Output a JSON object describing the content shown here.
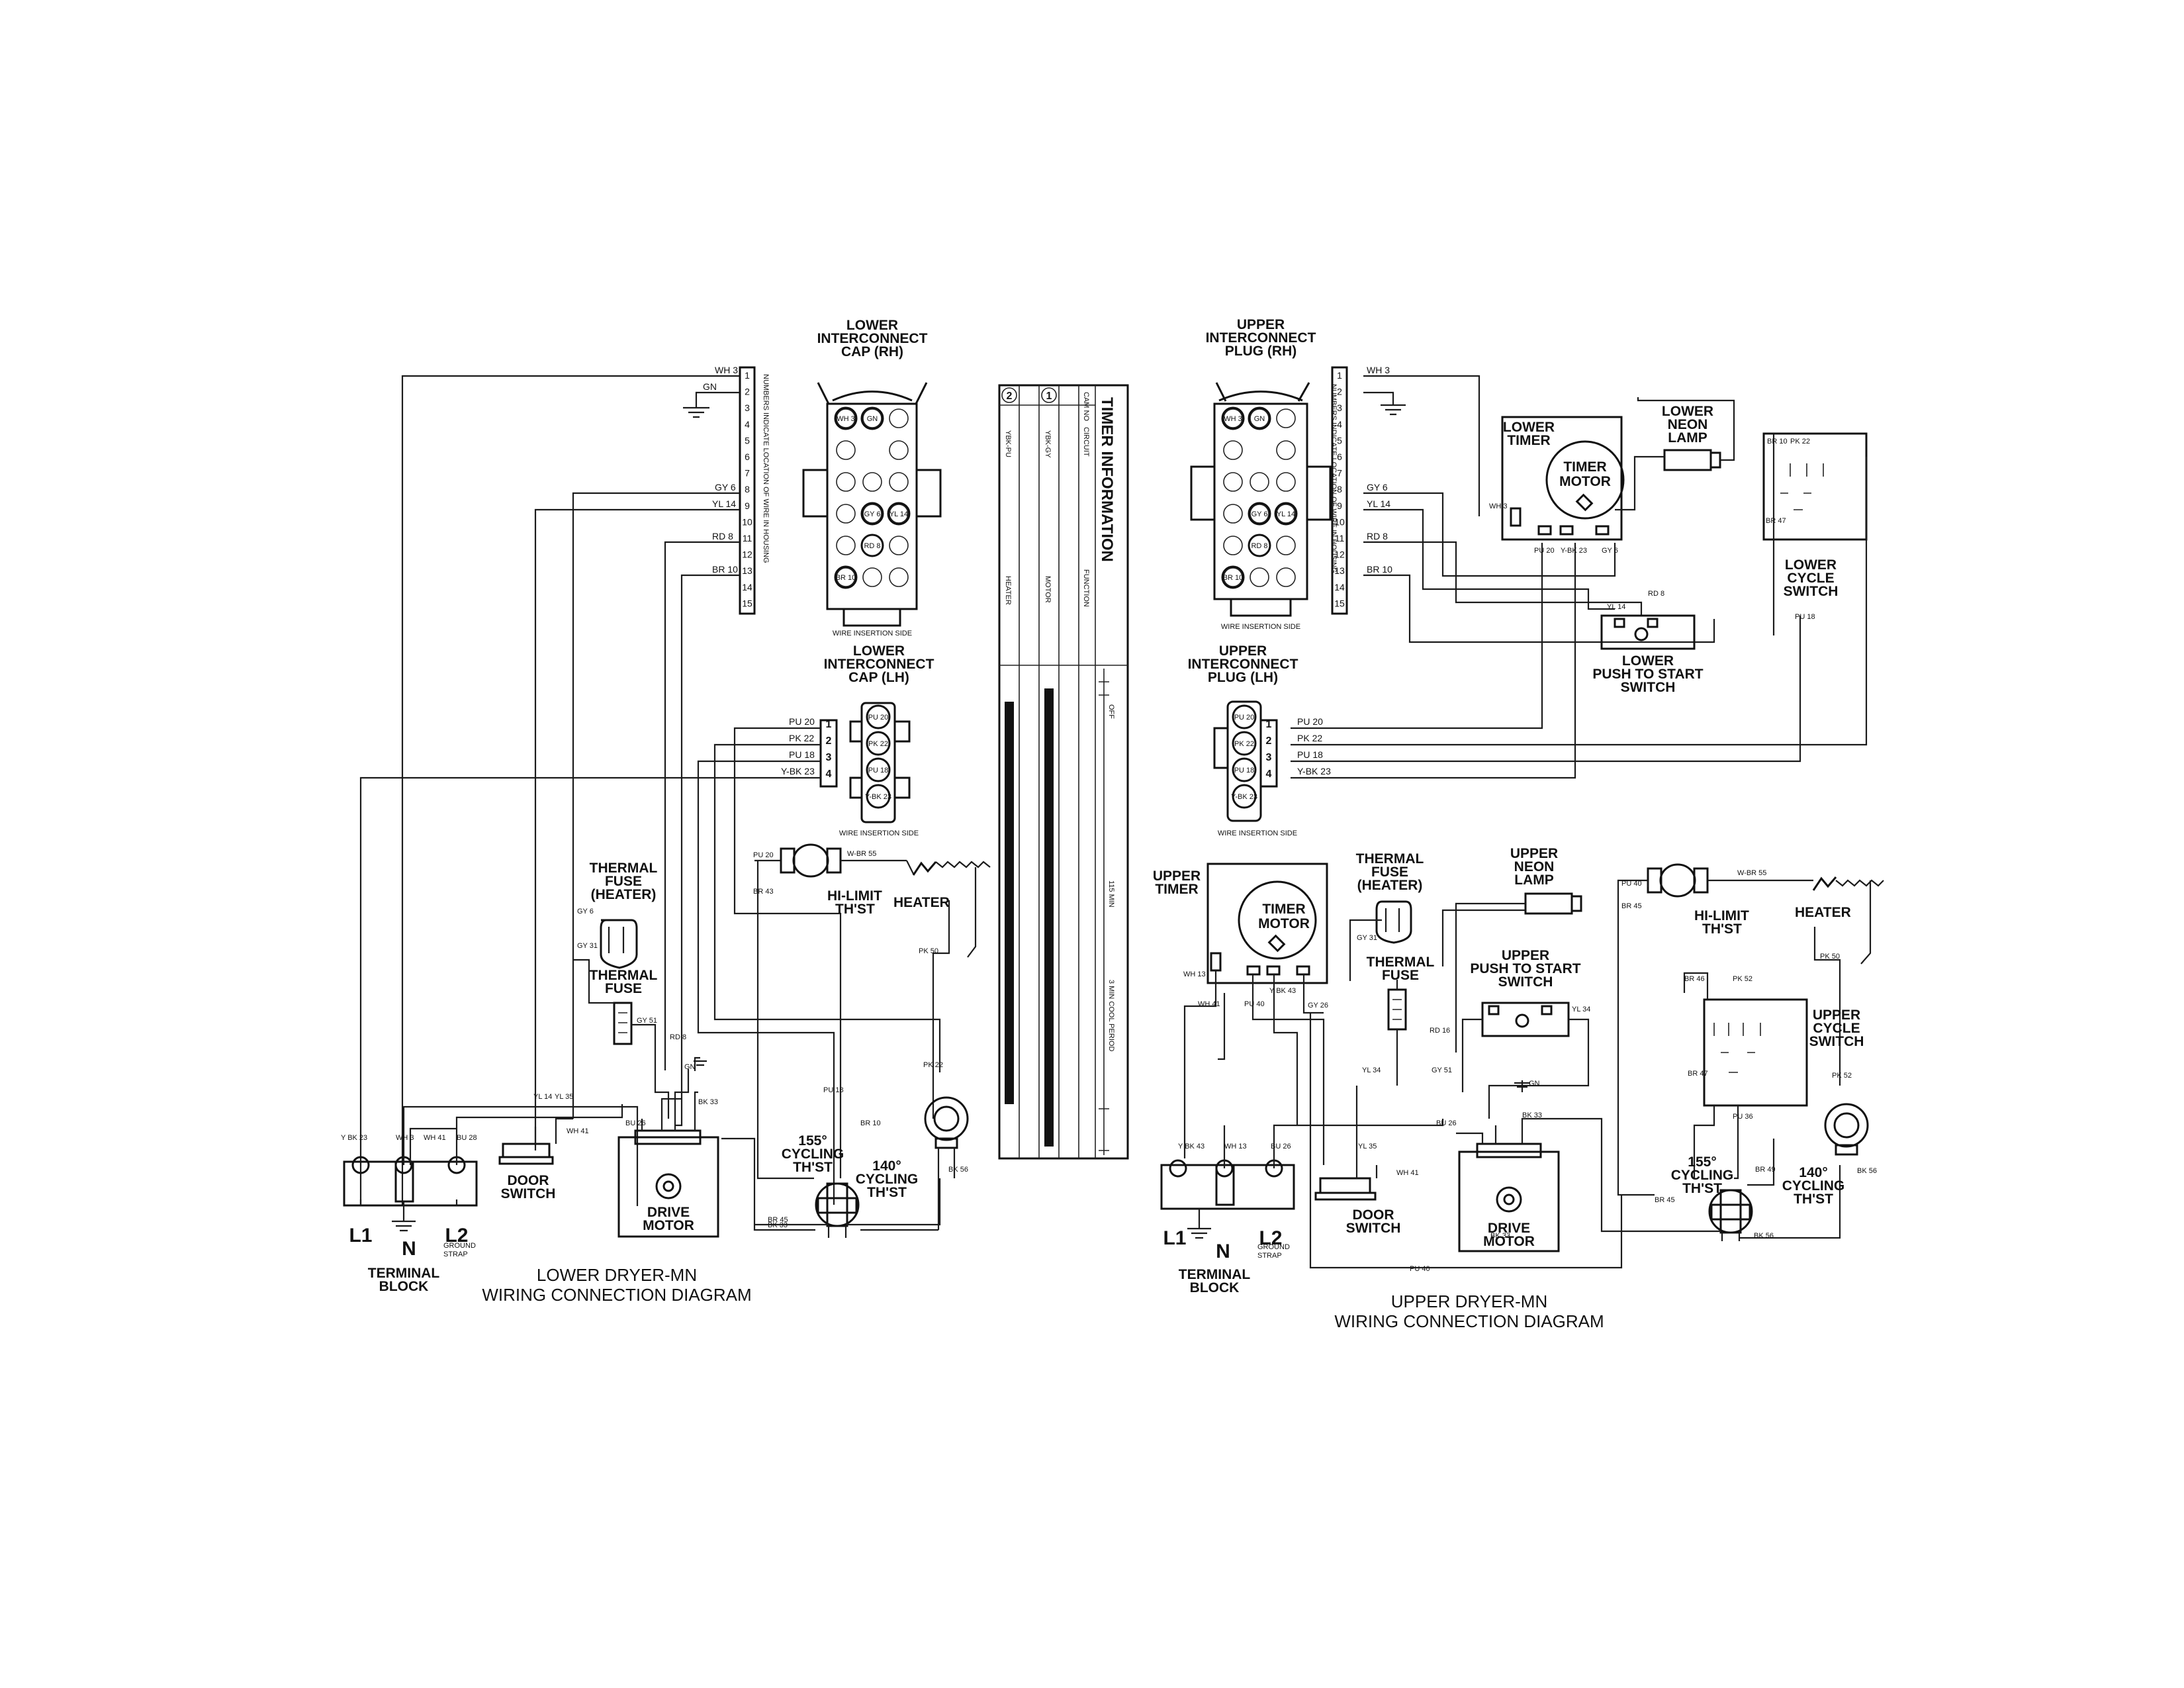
{
  "lower": {
    "housing_numbers": [
      "1",
      "2",
      "3",
      "4",
      "5",
      "6",
      "7",
      "8",
      "9",
      "10",
      "11",
      "12",
      "13",
      "14",
      "15"
    ],
    "housing_note": "NUMBERS INDICATE LOCATION OF WIRE IN HOUSING",
    "wires": {
      "wh3": "WH 3",
      "gn": "GN",
      "gy6": "GY 6",
      "yl14": "YL 14",
      "rd8": "RD 8",
      "br10": "BR 10",
      "pu20": "PU 20",
      "pk22": "PK 22",
      "pu18": "PU 18",
      "ybk23": "Y-BK 23"
    },
    "cap_rh_title": [
      "LOWER",
      "INTERCONNECT",
      "CAP (RH)"
    ],
    "cap_rh_pins": [
      "WH 3",
      "GN",
      "GY 6",
      "YL 14",
      "RD 8",
      "BR 10"
    ],
    "cap_rh_numbers": [
      "1",
      "2",
      "3",
      "4",
      "5",
      "6",
      "7",
      "8",
      "9",
      "10",
      "11",
      "12",
      "13",
      "14",
      "15"
    ],
    "wire_insertion_side": "WIRE INSERTION SIDE",
    "cap_lh_title": [
      "LOWER",
      "INTERCONNECT",
      "CAP (LH)"
    ],
    "cap_lh_pins": [
      "PU 20",
      "PK 22",
      "PU 18",
      "Y-BK 23"
    ],
    "cap_lh_numbers": [
      "1",
      "2",
      "3",
      "4"
    ],
    "thermal_fuse_heater": [
      "THERMAL",
      "FUSE",
      "(HEATER)"
    ],
    "thermal_fuse": [
      "THERMAL",
      "FUSE"
    ],
    "hi_limit": [
      "HI-LIMIT",
      "TH'ST"
    ],
    "heater": "HEATER",
    "cycling155": [
      "155°",
      "CYCLING",
      "TH'ST"
    ],
    "cycling140": [
      "140°",
      "CYCLING",
      "TH'ST"
    ],
    "door_switch": [
      "DOOR",
      "SWITCH"
    ],
    "drive_motor": [
      "DRIVE",
      "MOTOR"
    ],
    "terminal_block": [
      "TERMINAL",
      "BLOCK"
    ],
    "l1": "L1",
    "n": "N",
    "l2": "L2",
    "ground_strap": [
      "GROUND",
      "STRAP"
    ],
    "small_labels": {
      "pu20": "PU 20",
      "br43": "BR 43",
      "wbr55": "W-BR 55",
      "pk50": "PK 50",
      "gy6": "GY 6",
      "gy31": "GY 31",
      "gy51": "GY 51",
      "rd8": "RD 8",
      "gn": "GN",
      "bk33": "BK 33",
      "pk22": "PK 22",
      "pu18": "PU 18",
      "br10": "BR 10",
      "br45": "BR 45",
      "bk56": "BK 56",
      "bk33b": "BK 33",
      "ybk23": "Y BK 23",
      "wh3": "WH 3",
      "wh41": "WH 41",
      "bu26": "BU 26",
      "yl14": "YL 14",
      "yl35": "YL 35",
      "wh41b": "WH 41",
      "bu28": "BU 28"
    },
    "title": [
      "LOWER DRYER-MN",
      "WIRING CONNECTION DIAGRAM"
    ]
  },
  "timer_info": {
    "title": "TIMER INFORMATION",
    "headers": [
      "CAM NO",
      "CIRCUIT",
      "FUNCTION"
    ],
    "rows": [
      {
        "cam": "1",
        "circuit": "YBK-GY",
        "function": "MOTOR"
      },
      {
        "cam": "2",
        "circuit": "YBK-PU",
        "function": "HEATER"
      }
    ],
    "phases": [
      "OFF",
      "115 MIN",
      "3 MIN COOL PERIOD"
    ]
  },
  "upper": {
    "plug_rh_title": [
      "UPPER",
      "INTERCONNECT",
      "PLUG (RH)"
    ],
    "plug_rh_pins": [
      "WH 3",
      "GN",
      "GY 6",
      "YL 14",
      "RD 8",
      "BR 10"
    ],
    "housing_numbers": [
      "1",
      "2",
      "3",
      "4",
      "5",
      "6",
      "7",
      "8",
      "9",
      "10",
      "11",
      "12",
      "13",
      "14",
      "15"
    ],
    "housing_note": "NUMBERS INDICATE LOCATION OF WIRE IN HOUSING",
    "wires": {
      "wh3": "WH 3",
      "gy6": "GY 6",
      "yl14": "YL 14",
      "rd8": "RD 8",
      "br10": "BR 10",
      "pu20": "PU 20",
      "pk22": "PK 22",
      "pu18": "PU 18",
      "ybk23": "Y-BK 23"
    },
    "wire_insertion_side": "WIRE INSERTION SIDE",
    "plug_lh_title": [
      "UPPER",
      "INTERCONNECT",
      "PLUG (LH)"
    ],
    "plug_lh_pins": [
      "PU 20",
      "PK 22",
      "PU 18",
      "Y-BK 23"
    ],
    "plug_lh_numbers": [
      "1",
      "2",
      "3",
      "4"
    ],
    "lower_timer": [
      "LOWER",
      "TIMER"
    ],
    "timer_motor": [
      "TIMER",
      "MOTOR"
    ],
    "lower_neon_lamp": [
      "LOWER",
      "NEON",
      "LAMP"
    ],
    "lower_cycle_switch": [
      "LOWER",
      "CYCLE",
      "SWITCH"
    ],
    "lower_push_to_start": [
      "LOWER",
      "PUSH TO START",
      "SWITCH"
    ],
    "upper_timer": [
      "UPPER",
      "TIMER"
    ],
    "thermal_fuse_heater": [
      "THERMAL",
      "FUSE",
      "(HEATER)"
    ],
    "thermal_fuse": [
      "THERMAL",
      "FUSE"
    ],
    "upper_neon_lamp": [
      "UPPER",
      "NEON",
      "LAMP"
    ],
    "upper_push_to_start": [
      "UPPER",
      "PUSH TO START",
      "SWITCH"
    ],
    "hi_limit": [
      "HI-LIMIT",
      "TH'ST"
    ],
    "heater": "HEATER",
    "upper_cycle_switch": [
      "UPPER",
      "CYCLE",
      "SWITCH"
    ],
    "cycling155": [
      "155°",
      "CYCLING",
      "TH'ST"
    ],
    "cycling140": [
      "140°",
      "CYCLING",
      "TH'ST"
    ],
    "door_switch": [
      "DOOR",
      "SWITCH"
    ],
    "drive_motor": [
      "DRIVE",
      "MOTOR"
    ],
    "terminal_block": [
      "TERMINAL",
      "BLOCK"
    ],
    "l1": "L1",
    "n": "N",
    "l2": "L2",
    "ground_strap": [
      "GROUND",
      "STRAP"
    ],
    "small_labels": {
      "wh3t": "WH 3",
      "pu20t": "PU 20",
      "ybk23t": "Y-BK 23",
      "gy6t": "GY 6",
      "br10": "BR 10",
      "pk22": "PK 22",
      "br47": "BR 47",
      "pu18": "PU 18",
      "rd8": "RD 8",
      "yl14": "YL 14",
      "wh13": "WH 13",
      "wh41": "WH 41",
      "pu40": "PU 40",
      "ybk43": "Y BK 43",
      "gy31": "GY 31",
      "gy26": "GY 26",
      "rd16": "RD 16",
      "yl34": "YL 34",
      "gy51": "GY 51",
      "yl34b": "YL 34",
      "gn": "GN",
      "pu40b": "PU 40",
      "br45": "BR 45",
      "wbr55": "W-BR 55",
      "pk50": "PK 50",
      "br46": "BR 46",
      "pk52": "PK 52",
      "br47b": "BR 47",
      "pu36": "PU 36",
      "br49": "BR 49",
      "pk52b": "PK 52",
      "bk56": "BK 56",
      "bu26": "BU 26",
      "bk33": "BK 33",
      "br45b": "BR 45",
      "bk33b": "BK 33",
      "bk56b": "BK 56",
      "pu40c": "PU 40",
      "wh13b": "WH 13",
      "bu26b": "BU 26",
      "yl35": "YL 35",
      "wh41b": "WH 41"
    },
    "title": [
      "UPPER DRYER-MN",
      "WIRING CONNECTION DIAGRAM"
    ]
  }
}
